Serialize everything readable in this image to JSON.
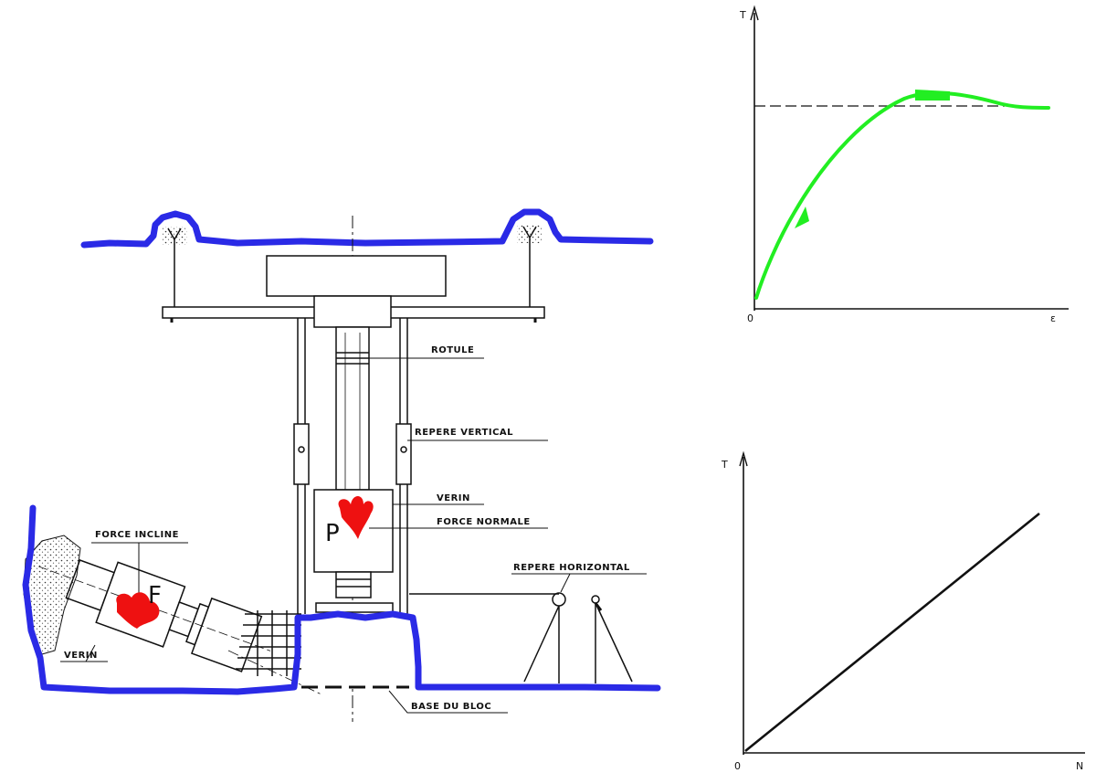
{
  "colors": {
    "ground": "#2a2ae6",
    "force": "#ee1111",
    "curve": "#22ee22",
    "ink": "#111111"
  },
  "apparatus": {
    "labels": {
      "rotule": "ROTULE",
      "repere_vertical": "REPERE VERTICAL",
      "verin_top": "VERIN",
      "force_normale": "FORCE NORMALE",
      "force_incline": "FORCE INCLINE",
      "verin_side": "VERIN",
      "repere_horizontal": "REPERE HORIZONTAL",
      "base_du_bloc": "BASE DU BLOC"
    },
    "force_letters": {
      "normal": "P",
      "inclined": "F"
    }
  },
  "charts": {
    "shear_curve": {
      "y_label": "T",
      "x_label": "ε",
      "origin": "0"
    },
    "shear_normal": {
      "y_label": "T",
      "x_label": "N",
      "origin": "0"
    }
  }
}
